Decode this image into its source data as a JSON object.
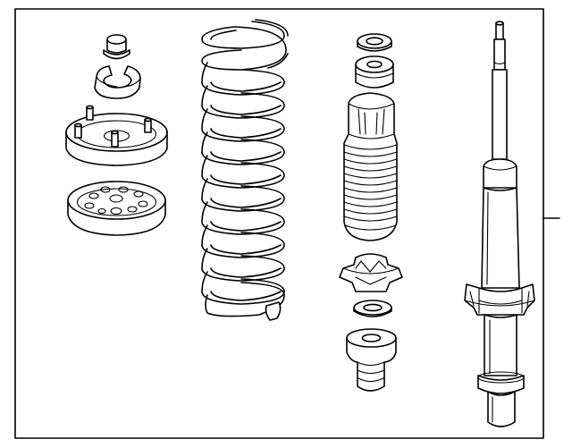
{
  "diagram": {
    "background": "#ffffff",
    "line_color": "#000000",
    "parts": [
      {
        "name": "bump-stop-cap"
      },
      {
        "name": "spring-seat-clip"
      },
      {
        "name": "upper-strut-mount"
      },
      {
        "name": "mount-insulator"
      },
      {
        "name": "coil-spring"
      },
      {
        "name": "washer"
      },
      {
        "name": "upper-bushing"
      },
      {
        "name": "dust-boot"
      },
      {
        "name": "boot-bracket"
      },
      {
        "name": "spacer-ring"
      },
      {
        "name": "bump-stop"
      },
      {
        "name": "shock-absorber-strut"
      }
    ]
  }
}
